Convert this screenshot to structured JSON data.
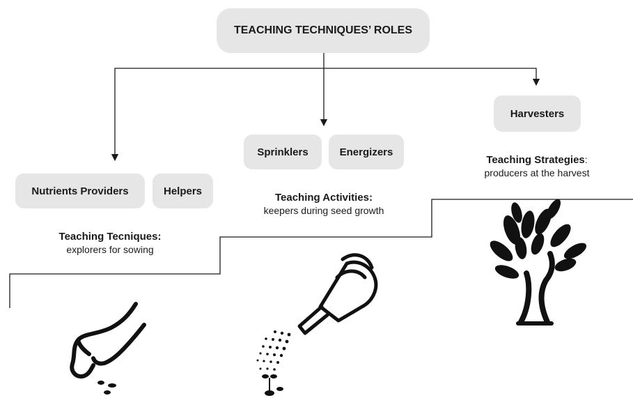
{
  "title": "TEACHING TECHNIQUES’ ROLES",
  "sowing": {
    "boxes": [
      "Nutrients Providers",
      "Helpers"
    ],
    "caption_title": "Teaching Tecniques:",
    "caption_text": "explorers for sowing",
    "icon": "hand-sowing-seeds-icon"
  },
  "growth": {
    "boxes": [
      "Sprinklers",
      "Energizers"
    ],
    "caption_title": "Teaching Activities:",
    "caption_text": "keepers during seed growth",
    "icon": "watering-can-icon"
  },
  "harvest": {
    "boxes": [
      "Harvesters"
    ],
    "caption_title": "Teaching Strategies",
    "caption_suffix": ":",
    "caption_text": "producers at the harvest",
    "icon": "tree-icon"
  },
  "colors": {
    "box_fill": "#e6e6e6",
    "line": "#1a1a1a",
    "text": "#1a1a1a"
  }
}
